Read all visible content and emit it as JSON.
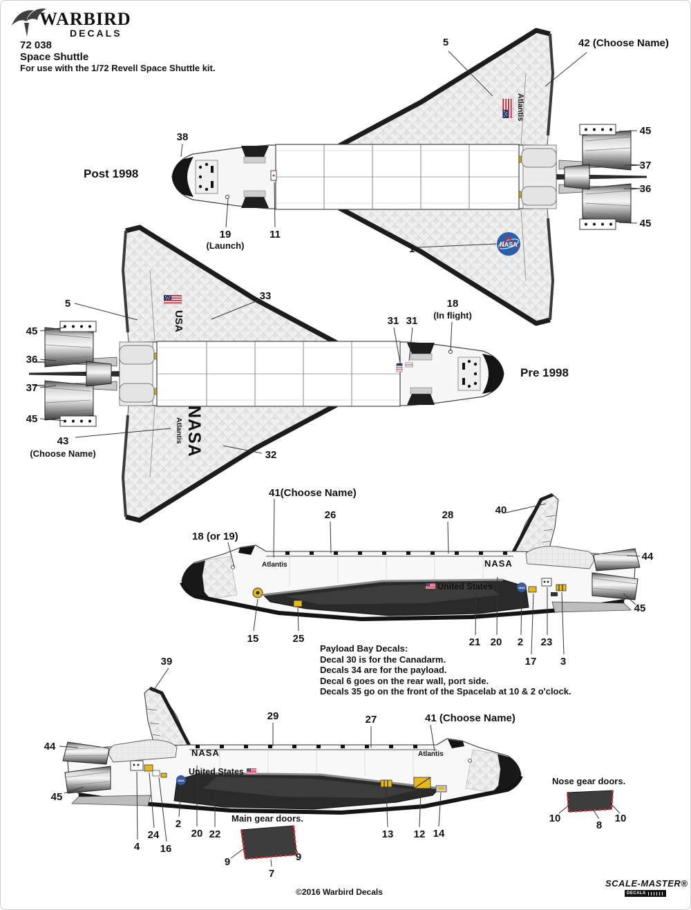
{
  "header": {
    "brand_top": "WARBIRD",
    "brand_bottom": "DECALS",
    "code": "72 038",
    "title": "Space Shuttle",
    "subtitle": "For use with the 1/72 Revell Space Shuttle kit."
  },
  "views": {
    "post1998": {
      "label": "Post 1998"
    },
    "pre1998": {
      "label": "Pre 1998"
    }
  },
  "decals": {
    "atlantis": "Atlantis",
    "usa": "USA",
    "nasa_worm": "NASA",
    "nasa_meatball": "NASA",
    "united_states": "United States"
  },
  "callouts": {
    "post": {
      "n5": "5",
      "n42": "42 (Choose Name)",
      "n38": "38",
      "n45a": "45",
      "n37": "37",
      "n36": "36",
      "n45b": "45",
      "n19": "19",
      "n19_sub": "(Launch)",
      "n11": "11",
      "n1": "1"
    },
    "pre": {
      "n5": "5",
      "n33": "33",
      "n45a": "45",
      "n36": "36",
      "n37": "37",
      "n45b": "45",
      "n43": "43",
      "n43_sub": "(Choose Name)",
      "n32": "32",
      "n31a": "31",
      "n31b": "31",
      "n18": "18",
      "n18_sub": "(In flight)"
    },
    "side_top": {
      "n41": "41(Choose Name)",
      "n26": "26",
      "n28": "28",
      "n40": "40",
      "n44": "44",
      "n45": "45",
      "n18or19": "18 (or 19)",
      "n15": "15",
      "n25": "25",
      "n21": "21",
      "n20": "20",
      "n2": "2",
      "n17": "17",
      "n23": "23",
      "n3": "3"
    },
    "side_bottom": {
      "n39": "39",
      "n44": "44",
      "n45": "45",
      "n29": "29",
      "n27": "27",
      "n41": "41 (Choose Name)",
      "n4": "4",
      "n24": "24",
      "n16": "16",
      "n2": "2",
      "n20": "20",
      "n22": "22",
      "n13": "13",
      "n12": "12",
      "n14": "14"
    }
  },
  "payload_notes": {
    "title": "Payload Bay Decals:",
    "line1": "Decal 30 is for the Canadarm.",
    "line2": "Decals 34 are for the payload.",
    "line3": "Decal 6 goes on the rear wall, port side.",
    "line4": "Decals 35 go on the front of the Spacelab at 10 & 2 o'clock."
  },
  "gear_doors": {
    "main_label": "Main gear doors.",
    "main_n9a": "9",
    "main_n7": "7",
    "main_n9b": "9",
    "nose_label": "Nose gear doors.",
    "nose_n10a": "10",
    "nose_n8": "8",
    "nose_n10b": "10"
  },
  "footer": {
    "copyright": "©2016 Warbird Decals",
    "scalemaster": "SCALE-MASTER®",
    "scalemaster_sub": "DECALS"
  },
  "colors": {
    "nasa_blue": "#2a5fad",
    "flag_red": "#bf2333",
    "flag_blue": "#23386b",
    "marker_yellow": "#e6b71e",
    "door_red": "#e03030"
  }
}
